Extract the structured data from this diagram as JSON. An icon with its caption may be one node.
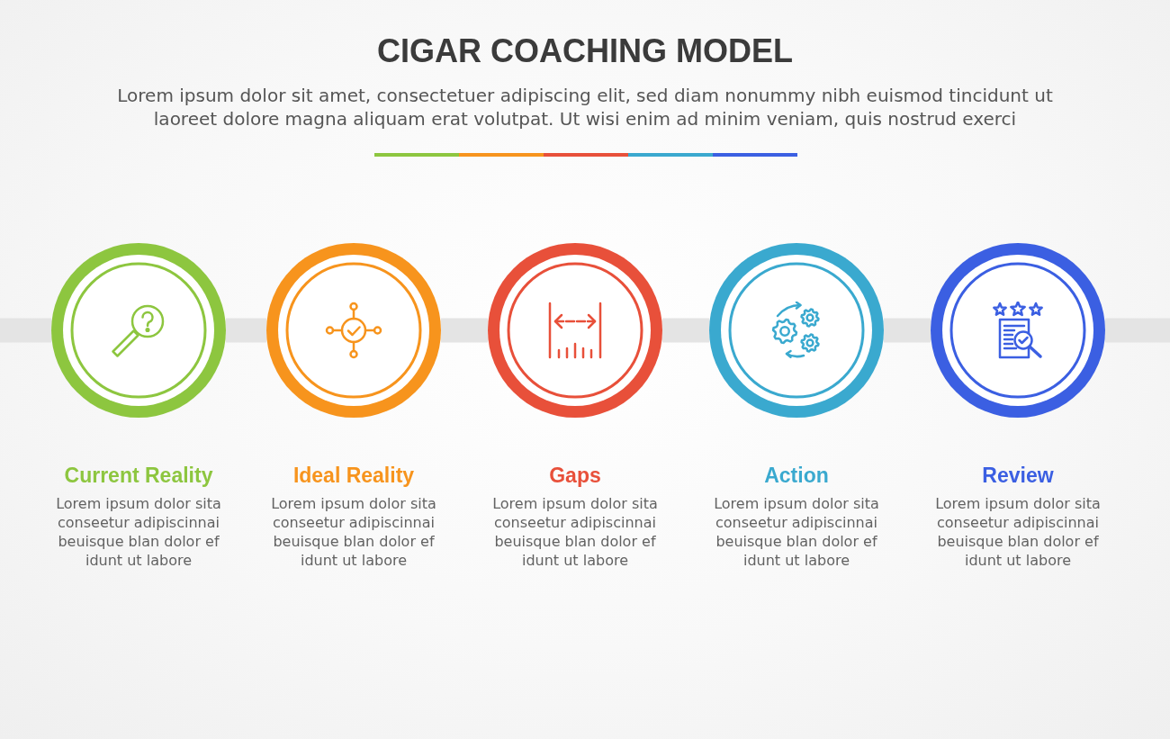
{
  "diagram": {
    "title": "CIGAR COACHING MODEL",
    "nodes": [
      {
        "text": [
          "Current Reality"
        ]
      },
      {
        "text": [
          "Ideal Reality"
        ]
      },
      {
        "text": [
          "Gaps"
        ]
      },
      {
        "text": [
          "Action"
        ]
      },
      {
        "text": [
          "Review"
        ]
      }
    ],
    "edges": [
      {
        "from": null,
        "to": 0,
        "arrow": "none"
      },
      {
        "from": 0,
        "to": 1,
        "arrow": "none"
      },
      {
        "from": 1,
        "to": 2,
        "arrow": "none"
      },
      {
        "from": 2,
        "to": 3,
        "arrow": "none"
      },
      {
        "from": 3,
        "to": 4,
        "arrow": "none"
      },
      {
        "from": 4,
        "to": null,
        "arrow": "none"
      }
    ],
    "labels": [
      "Lorem ipsum dolor sit amet, consectetuer adipiscing elit, sed diam nonummy nibh euismod tincidunt ut laoreet dolore magna aliquam erat volutpat. Ut wisi enim ad minim veniam, quis nostrud exerci",
      "Lorem ipsum dolor sita conseetur adipiscinnai beuisque blan dolor ef idunt ut labore",
      "Lorem ipsum dolor sita conseetur adipiscinnai beuisque blan dolor ef idunt ut labore",
      "Lorem ipsum dolor sita conseetur adipiscinnai beuisque blan dolor ef idunt ut labore",
      "Lorem ipsum dolor sita conseetur adipiscinnai beuisque blan dolor ef idunt ut labore",
      "Lorem ipsum dolor sita conseetur adipiscinnai beuisque blan dolor ef idunt ut labore"
    ]
  }
}
